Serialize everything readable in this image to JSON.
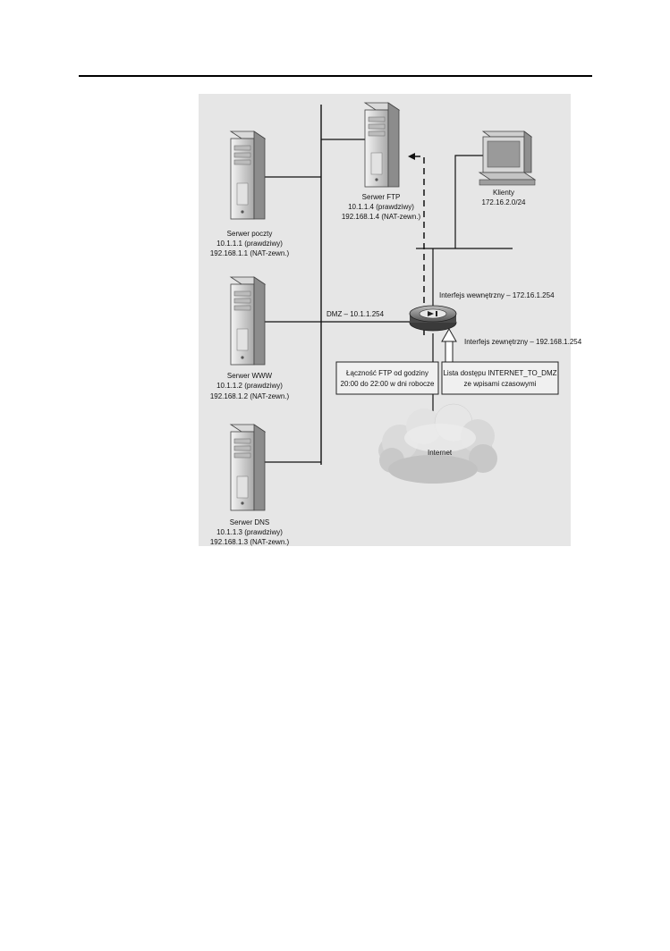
{
  "figure": {
    "mail_server": {
      "name": "Serwer poczty",
      "ip_real": "10.1.1.1 (prawdziwy)",
      "ip_nat": "192.168.1.1 (NAT-zewn.)"
    },
    "www_server": {
      "name": "Serwer WWW",
      "ip_real": "10.1.1.2 (prawdziwy)",
      "ip_nat": "192.168.1.2 (NAT-zewn.)"
    },
    "dns_server": {
      "name": "Serwer DNS",
      "ip_real": "10.1.1.3 (prawdziwy)",
      "ip_nat": "192.168.1.3 (NAT-zewn.)"
    },
    "ftp_server": {
      "name": "Serwer FTP",
      "ip_real": "10.1.1.4 (prawdziwy)",
      "ip_nat": "192.168.1.4 (NAT-zewn.)"
    },
    "clients": {
      "name": "Klienty",
      "subnet": "172.16.2.0/24"
    },
    "dmz_label": "DMZ – 10.1.1.254",
    "internal_interface": "Interfejs wewnętrzny – 172.16.1.254",
    "external_interface": "Interfejs zewnętrzny – 192.168.1.254",
    "ftp_box": {
      "line1": "Łączność FTP od godziny",
      "line2": "20:00 do 22:00 w dni robocze"
    },
    "acl_box": {
      "line1": "Lista dostępu INTERNET_TO_DMZ",
      "line2": "ze wpisami czasowymi"
    },
    "internet_label": "Internet"
  }
}
